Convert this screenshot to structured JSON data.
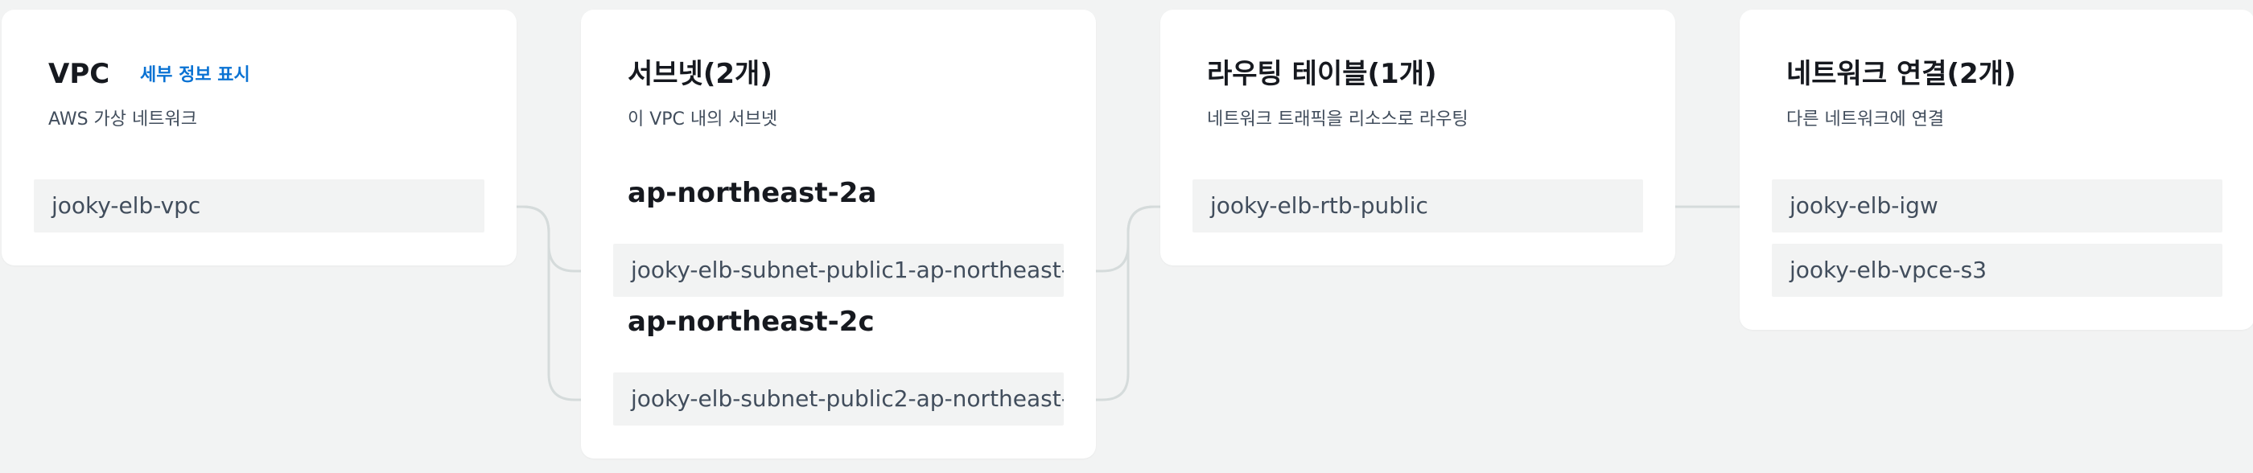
{
  "vpc": {
    "title": "VPC",
    "detail_link": "세부 정보 표시",
    "subtitle": "AWS 가상 네트워크",
    "items": [
      "jooky-elb-vpc"
    ]
  },
  "subnets": {
    "title": "서브넷(2개)",
    "subtitle": "이 VPC 내의 서브넷",
    "zones": [
      {
        "name": "ap-northeast-2a",
        "items": [
          "jooky-elb-subnet-public1-ap-northeast-"
        ]
      },
      {
        "name": "ap-northeast-2c",
        "items": [
          "jooky-elb-subnet-public2-ap-northeast-"
        ]
      }
    ]
  },
  "route_tables": {
    "title": "라우팅 테이블(1개)",
    "subtitle": "네트워크 트래픽을 리소스로 라우팅",
    "items": [
      "jooky-elb-rtb-public"
    ]
  },
  "network_connections": {
    "title": "네트워크 연결(2개)",
    "subtitle": "다른 네트워크에 연결",
    "items": [
      "jooky-elb-igw",
      "jooky-elb-vpce-s3"
    ]
  }
}
